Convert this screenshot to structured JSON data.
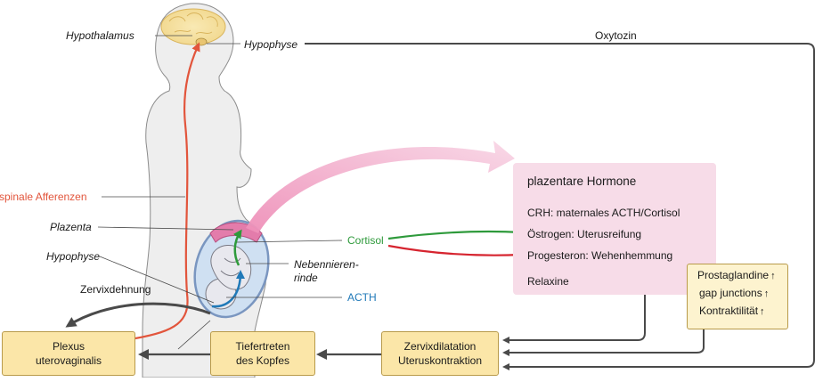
{
  "labels": {
    "hypothalamus": "Hypothalamus",
    "hypophyse_top": "Hypophyse",
    "oxytozin": "Oxytozin",
    "spinale_afferenzen": "spinale Afferenzen",
    "plazenta": "Plazenta",
    "hypophyse_fetal": "Hypophyse",
    "zervixdehnung": "Zervixdehnung",
    "cortisol": "Cortisol",
    "nebennierenrinde_1": "Nebennieren-",
    "nebennierenrinde_2": "rinde",
    "acth": "ACTH"
  },
  "panel": {
    "title": "plazentare Hormone",
    "crh": "CRH: maternales ACTH/Cortisol",
    "oestrogen": "Östrogen: Uterusreifung",
    "progesteron": "Progesteron: Wehenhemmung",
    "relaxine": "Relaxine"
  },
  "effects": {
    "prostaglandine": "Prostaglandine",
    "gap_junctions": "gap junctions",
    "kontraktilitaet": "Kontraktilität",
    "arrow": "↑"
  },
  "boxes": {
    "plexus_1": "Plexus",
    "plexus_2": "uterovaginalis",
    "tiefertreten_1": "Tiefertreten",
    "tiefertreten_2": "des Kopfes",
    "zervix_1": "Zervixdilatation",
    "zervix_2": "Uteruskontraktion"
  },
  "colors": {
    "afferent": "#e2553c",
    "cortisol": "#2e9a3b",
    "inhibition": "#d6242f",
    "acth": "#2079b8",
    "hormone_panel": "#f7dce8",
    "box_fill": "#fbe6a8",
    "arrow_gray": "#4a4a4a"
  }
}
